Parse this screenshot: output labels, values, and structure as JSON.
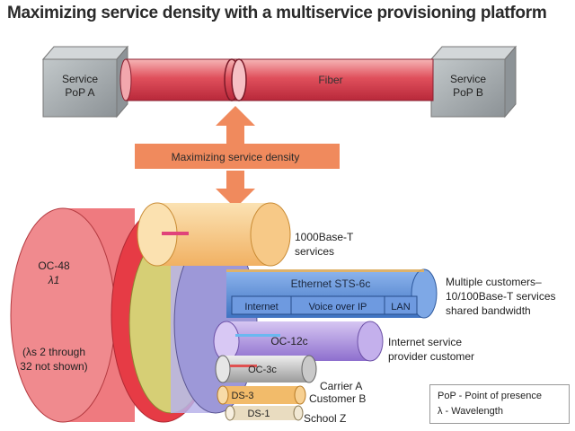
{
  "title": "Maximizing service density with a multiservice provisioning platform",
  "pop_a": {
    "line1": "Service",
    "line2": "PoP A"
  },
  "pop_b": {
    "line1": "Service",
    "line2": "PoP B"
  },
  "fiber_label": "Fiber",
  "density_label": "Maximizing service density",
  "oc48": {
    "line1": "OC-48",
    "line2": "λ1",
    "note1": "(λs 2 through",
    "note2": "32 not shown)"
  },
  "gige": {
    "line1": "1000Base-T",
    "line2": "services"
  },
  "ethernet_sts": "Ethernet STS-6c",
  "internet_label": "Internet",
  "voip_label": "Voice over IP",
  "lan_label": "LAN",
  "multi_customers": {
    "line1": "Multiple customers–",
    "line2": "10/100Base-T services",
    "line3": "shared bandwidth"
  },
  "oc12c": "OC-12c",
  "isp": {
    "line1": "Internet service",
    "line2": "provider customer"
  },
  "oc3c": "OC-3c",
  "carrier_a": "Carrier A",
  "ds3": "DS-3",
  "customer_b": "Customer B",
  "ds1": "DS-1",
  "school_z": "School Z",
  "legend": {
    "pop": "PoP - Point of presence",
    "lambda": "λ - Wavelength"
  },
  "colors": {
    "fiber": "#d9475a",
    "oc48": "#e8484f",
    "gige": "#f4c27a",
    "yellow": "#d8cf72",
    "blue": "#5b8fd6",
    "purple": "#a98ad8",
    "box": "#a7adb0",
    "arrow": "#f08a5d"
  }
}
